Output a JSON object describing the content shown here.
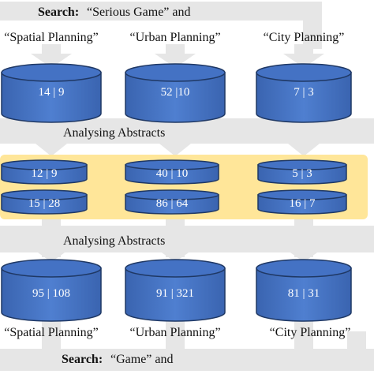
{
  "top_search": {
    "keyword": "Search:",
    "phrase": " “Serious Game” and"
  },
  "bottom_search": {
    "keyword": "Search:",
    "phrase": " “Game” and"
  },
  "top_terms": [
    "“Spatial Planning”",
    "“Urban Planning”",
    "“City Planning”"
  ],
  "bottom_terms": [
    "“Spatial Planning”",
    "“Urban Planning”",
    "“City Planning”"
  ],
  "analysing_label_top": "Analysing Abstracts",
  "analysing_label_bottom": "Analysing Abstracts",
  "top_counts": [
    "14 | 9",
    "52 |10",
    "7 | 3"
  ],
  "middle_upper_counts": [
    "12 | 9",
    "40 | 10",
    "5 | 3"
  ],
  "middle_lower_counts": [
    "15 | 28",
    "86 | 64",
    "16 | 7"
  ],
  "bottom_counts": [
    "95 | 108",
    "91 | 321",
    "81 | 31"
  ],
  "colors": {
    "cylinder_fill": "#4472c4",
    "cylinder_stroke": "#1f3864",
    "flow_band": "#e6e6e6",
    "highlight": "#ffe699",
    "text_on_cylinder": "#ffffff"
  }
}
